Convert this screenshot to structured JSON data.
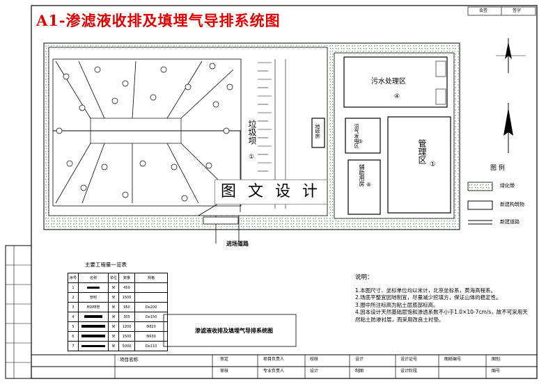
{
  "title": "A1-渗滤液收排及填埋气导排系统图",
  "watermark": "图 文 设 计",
  "plan": {
    "zones": {
      "wastewater": "污水处理区",
      "wastewater_no": "④",
      "landfill_vertical": "垃圾坝",
      "landfill_no": "①",
      "mgmt": "管理区",
      "mgmt_no": "①",
      "gas_area": "沼气发电区",
      "gas_no": "⑤",
      "weigh": "地磅房",
      "aux": "辅助用房",
      "aux_no": "⑥",
      "entrance_road": "进场道路"
    }
  },
  "legend": {
    "title": "图 例",
    "items": [
      {
        "label": "绿化带"
      },
      {
        "label": "新建构筑物"
      },
      {
        "label": "新建道路"
      }
    ]
  },
  "quantities": {
    "title": "主要工程量一览表",
    "headers": [
      "序号",
      "名称",
      "单位",
      "数量",
      "规格"
    ],
    "rows": [
      [
        "1",
        "",
        "米",
        "450",
        ""
      ],
      [
        "2",
        "管材",
        "米",
        "1500",
        ""
      ],
      [
        "3",
        "HDPE管",
        "米",
        "950",
        "De200"
      ],
      [
        "4",
        "",
        "米",
        "305",
        "De150"
      ],
      [
        "5",
        "",
        "米",
        "1200",
        "Φ820"
      ],
      [
        "6",
        "",
        "米",
        "1500",
        "Φ630"
      ],
      [
        "7",
        "",
        "米",
        "5000",
        "De110"
      ]
    ]
  },
  "drawing_name": "渗滤液收排及填埋气导排系统图",
  "notes": {
    "heading": "说明：",
    "items": [
      "1.本图尺寸、坐标单位均以米计，北京坐标系，黄海高程系。",
      "2.场底平整宜因地制宜，尽量减少挖填方，保证山体的稳定性。",
      "3.图中所注标高为粘土层底部标高。",
      "4.因本设计天然基础层饱和渗透系数不小于1.0×10-7cm/s，故不可采用天然粘土防渗衬层，而采用改良土衬垫。"
    ]
  },
  "title_block": {
    "project_name_label": "项目名称",
    "cells": [
      "审定",
      "项目负责人",
      "校核",
      "设计",
      "设计证号",
      "图纸编号",
      "图别"
    ],
    "cells2": [
      "审核",
      "专业负责人",
      "设计",
      "制图",
      "设计阶段",
      "",
      "图号"
    ]
  },
  "top_right": [
    "会签",
    "签字"
  ]
}
